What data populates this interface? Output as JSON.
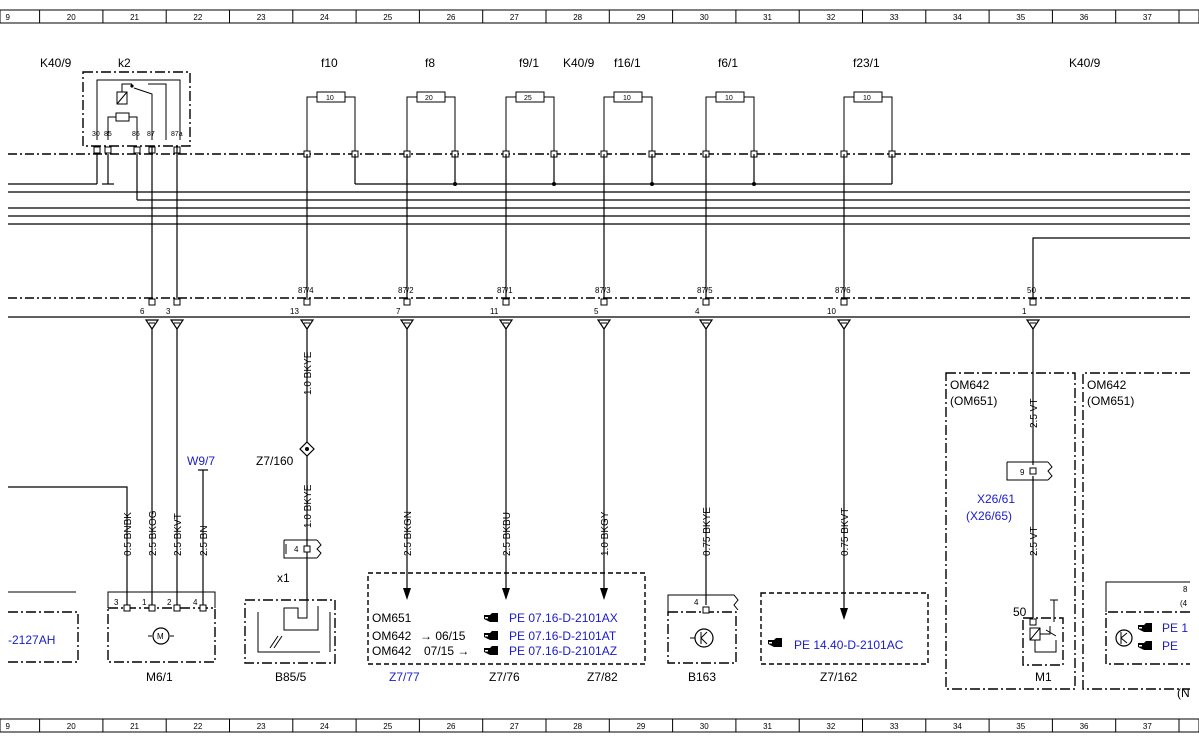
{
  "grid_top": [
    "9",
    "20",
    "21",
    "22",
    "23",
    "24",
    "25",
    "26",
    "27",
    "28",
    "29",
    "30",
    "31",
    "32",
    "33",
    "34",
    "35",
    "36",
    "37"
  ],
  "grid_bottom": [
    "9",
    "20",
    "21",
    "22",
    "23",
    "24",
    "25",
    "26",
    "27",
    "28",
    "29",
    "30",
    "31",
    "32",
    "33",
    "34",
    "35",
    "36",
    "37"
  ],
  "top_labels": {
    "k40_left": "K40/9",
    "k2": "k2",
    "f10": "f10",
    "f8": "f8",
    "f9_1": "f9/1",
    "k40_mid": "K40/9",
    "f16_1": "f16/1",
    "f6_1": "f6/1",
    "f23_1": "f23/1",
    "k40_right": "K40/9"
  },
  "relay_pins": [
    "30",
    "85",
    "86",
    "87",
    "87a"
  ],
  "fuse_ratings": {
    "f10": "10",
    "f8": "20",
    "f9_1": "25",
    "f16_1": "10",
    "f6_1": "10",
    "f23_1": "10"
  },
  "bus_pins": {
    "p1": "87/4",
    "p2": "87/2",
    "p3": "87/1",
    "p4": "87/3",
    "p5": "87/5",
    "p6": "87/6",
    "p7": "50"
  },
  "conn_pins": {
    "c6": "6",
    "c3": "3",
    "c13": "13",
    "c7": "7",
    "c11": "11",
    "c5": "5",
    "c4": "4",
    "c10": "10",
    "c1": "1"
  },
  "wires": {
    "w1": "1.0 BKYE",
    "w2": "1.0 BKYE",
    "w3": "0.5 BNBK",
    "w4": "2.5 BKOG",
    "w5": "2.5 BKVT",
    "w6": "2.5 BN",
    "w7": "2.5 BKGN",
    "w8": "2.5 BKBU",
    "w9": "1.0 BKGY",
    "w10": "0.75 BKYE",
    "w11": "0.75 BKVT",
    "w12": "2.5 VT",
    "w13": "2.5 VT"
  },
  "labels": {
    "z7_160": "Z7/160",
    "w9_7": "W9/7",
    "x1": "x1",
    "x4a": "4",
    "x4b": "4",
    "x9": "9",
    "m6_pins": [
      "3",
      "1",
      "2",
      "4"
    ],
    "m6_1": "M6/1",
    "b85_5": "B85/5",
    "z7_77": "Z7/77",
    "z7_76": "Z7/76",
    "z7_82": "Z7/82",
    "b163": "B163",
    "z7_162": "Z7/162",
    "m1": "M1",
    "m1_pin": "50",
    "x26_61": "X26/61",
    "x26_65": "(X26/65)",
    "om642_a": "OM642",
    "om651_a": "(OM651)",
    "om642_b": "OM642",
    "om651_b": "(OM651)",
    "left_ref": "-2127AH",
    "right_n": "(N",
    "right_digit_a": "8",
    "right_digit_b": "(4"
  },
  "z7_table": [
    {
      "engine": "OM651",
      "cond": "",
      "ref": "PE 07.16-D-2101AX"
    },
    {
      "engine": "OM642",
      "cond": "→ 06/15",
      "ref": "PE 07.16-D-2101AT"
    },
    {
      "engine": "OM642",
      "cond": "07/15 →",
      "ref": "PE 07.16-D-2101AZ"
    }
  ],
  "z7_162_ref": "PE 14.40-D-2101AC",
  "right_refs": [
    "PE 1",
    "PE"
  ],
  "colors": {
    "line": "#000000",
    "link": "#1a1acc"
  }
}
